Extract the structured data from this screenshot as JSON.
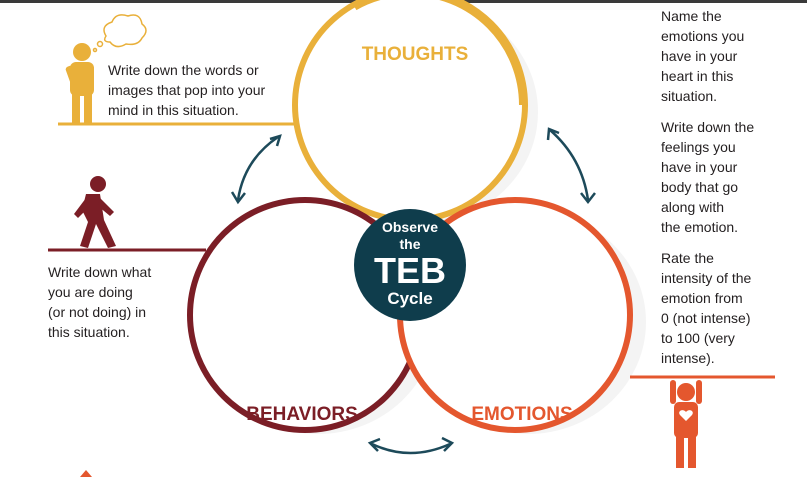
{
  "colors": {
    "thoughts": "#e9b03a",
    "behaviors": "#7b1e26",
    "emotions": "#e4572e",
    "center": "#0f3d4c",
    "arrow": "#1d4a5a"
  },
  "circles": {
    "thoughts_label": "THOUGHTS",
    "behaviors_label": "BEHAVIORS",
    "emotions_label": "EMOTIONS"
  },
  "center": {
    "line1": "Observe",
    "line2": "the",
    "line3": "TEB",
    "line4": "Cycle"
  },
  "thoughts_text": {
    "line1": "Write down the words or",
    "line2": "images that pop into your",
    "line3": "mind in this situation."
  },
  "behaviors_text": {
    "line1": "Write down what",
    "line2": "you are doing",
    "line3": "(or not doing) in",
    "line4": "this situation."
  },
  "emotions_text": {
    "p1": [
      "Name the",
      "emotions you",
      "have in your",
      "heart in this",
      "situation."
    ],
    "p2": [
      "Write down the",
      "feelings you",
      "have in your",
      "body that go",
      "along with",
      "the emotion."
    ],
    "p3": [
      "Rate the",
      "intensity of the",
      "emotion from",
      "0 (not intense)",
      "to 100 (very",
      "intense)."
    ]
  },
  "icons": [
    "thinking-person-icon",
    "thought-cloud-icon",
    "walking-person-icon",
    "person-holding-heart-icon"
  ]
}
